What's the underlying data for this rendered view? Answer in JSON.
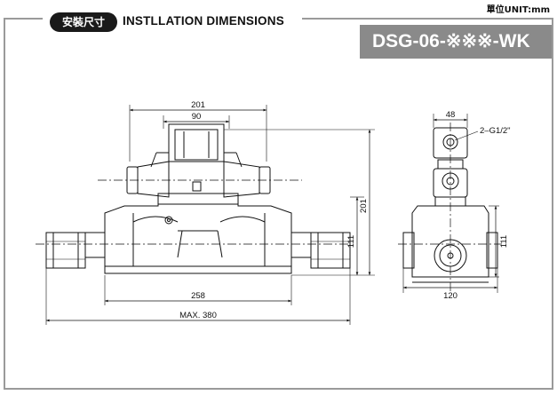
{
  "header": {
    "unit_label": "單位UNIT:mm",
    "tag_label": "安裝尺寸",
    "title": "INSTLLATION DIMENSIONS",
    "model": "DSG-06-※※※-WK"
  },
  "front_view": {
    "dim_201_top": "201",
    "dim_90": "90",
    "dim_201_side": "201",
    "dim_111": "111",
    "dim_258": "258",
    "dim_max": "MAX. 380"
  },
  "side_view": {
    "dim_48": "48",
    "port_label": "2–G1/2\"",
    "dim_111": "111",
    "dim_120": "120"
  }
}
